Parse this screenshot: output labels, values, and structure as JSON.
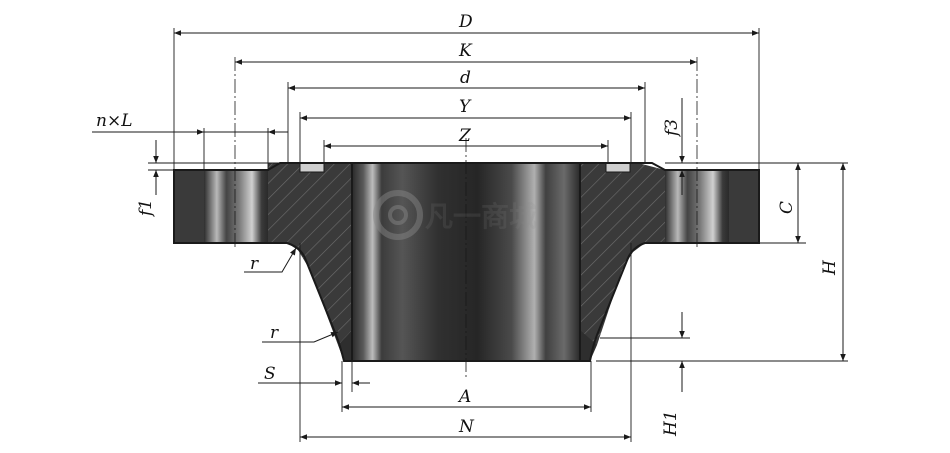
{
  "diagram": {
    "labels": {
      "D": "D",
      "K": "K",
      "d": "d",
      "Y": "Y",
      "Z": "Z",
      "nL": "n×L",
      "f1": "f1",
      "f3": "f3",
      "C": "C",
      "H": "H",
      "r_upper": "r",
      "r_lower": "r",
      "S": "S",
      "A": "A",
      "N": "N",
      "H1": "H1"
    },
    "watermark": "凡一商城",
    "colors": {
      "section_fill": "#3a3a3a",
      "bore_dark": "#2b2b2b",
      "bore_light": "#9a9a9a",
      "hatch": "#6e6e6e",
      "line": "#1a1a1a"
    }
  }
}
